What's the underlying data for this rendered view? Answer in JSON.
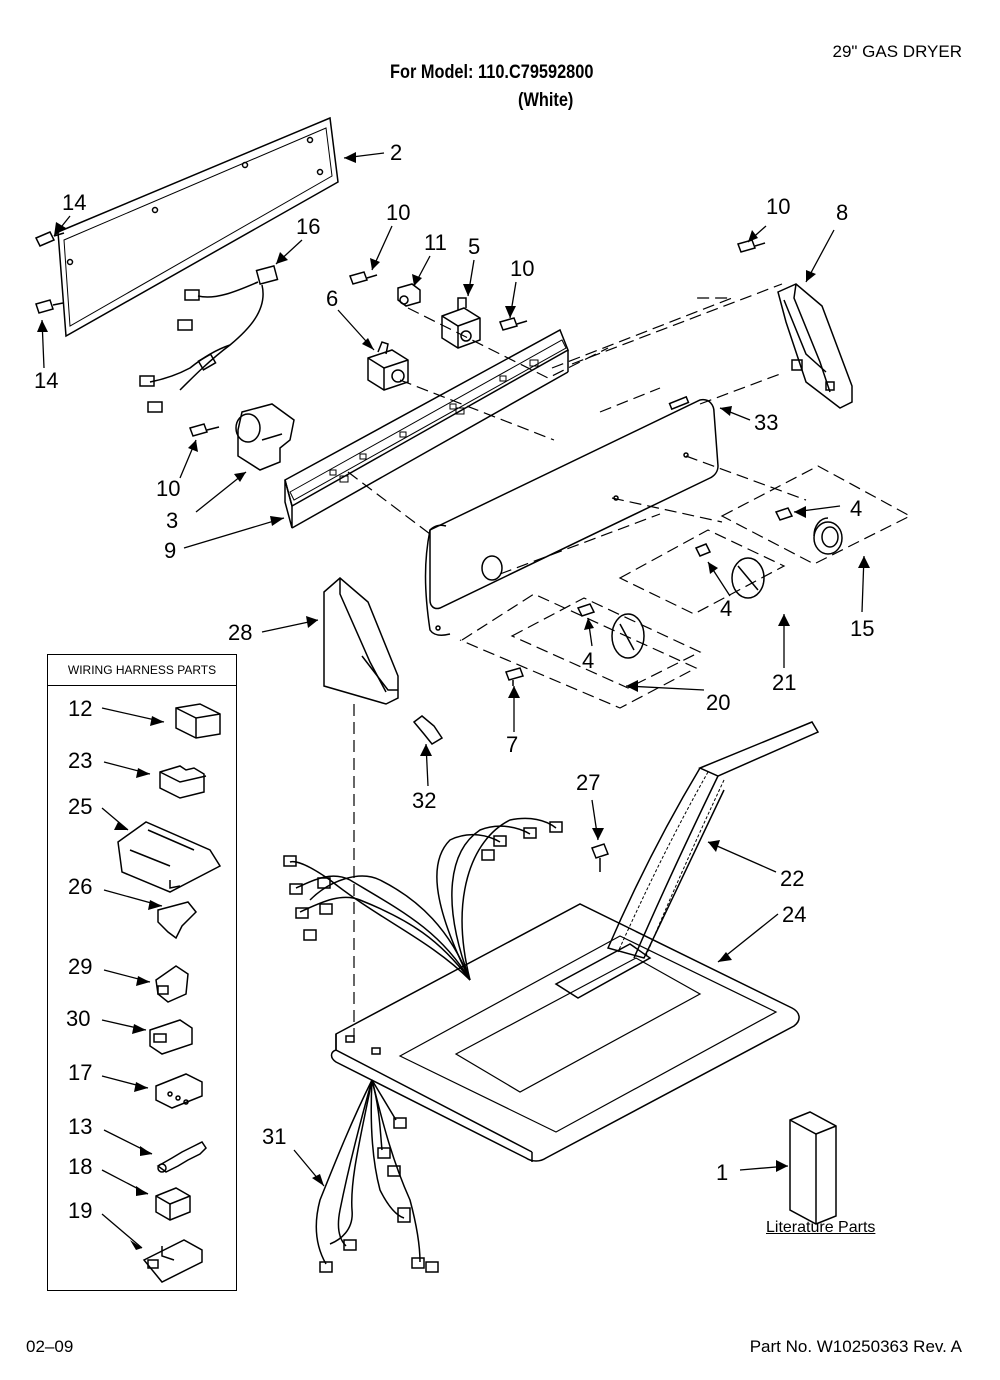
{
  "header": {
    "product": "29\" GAS DRYER",
    "model_line": "For Model: 110.C79592800",
    "color_line": "(White)"
  },
  "footer": {
    "date_code": "02–09",
    "part_number": "Part No. W10250363 Rev. A"
  },
  "wiring_box": {
    "title": "WIRING HARNESS PARTS"
  },
  "literature_label": "Literature Parts",
  "callouts": [
    "2",
    "14",
    "14",
    "16",
    "10",
    "11",
    "5",
    "10",
    "6",
    "10",
    "3",
    "9",
    "10",
    "8",
    "33",
    "4",
    "15",
    "4",
    "21",
    "4",
    "20",
    "28",
    "7",
    "32",
    "27",
    "22",
    "24",
    "1",
    "31",
    "12",
    "23",
    "25",
    "26",
    "29",
    "30",
    "17",
    "13",
    "18",
    "19"
  ]
}
